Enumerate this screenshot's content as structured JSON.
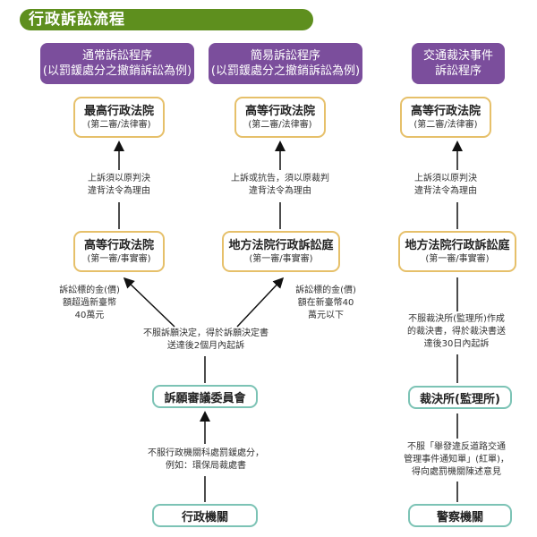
{
  "title": "行政訴訟流程",
  "columns": [
    {
      "header": [
        "通常訴訟程序",
        "(以罰鍰處分之撤銷訴訟為例)"
      ],
      "top_court": {
        "name": "最高行政法院",
        "sub": "(第二審/法律審)"
      },
      "appeal_note": [
        "上訴須以原判決",
        "違背法令為理由"
      ],
      "first_court": {
        "name": "高等行政法院",
        "sub": "(第一審/事實審)"
      },
      "amount_note": [
        "訴訟標的金(價)",
        "額超過新臺幣",
        "40萬元"
      ]
    },
    {
      "header": [
        "簡易訴訟程序",
        "(以罰鍰處分之撤銷訴訟為例)"
      ],
      "top_court": {
        "name": "高等行政法院",
        "sub": "(第二審/法律審)"
      },
      "appeal_note": [
        "上訴或抗告，須以原裁判",
        "違背法令為理由"
      ],
      "first_court": {
        "name": "地方法院行政訴訟庭",
        "sub": "(第一審/事實審)"
      },
      "amount_note": [
        "訴訟標的金(價)",
        "額在新臺幣40",
        "萬元以下"
      ]
    },
    {
      "header": [
        "交通裁決事件",
        "訴訟程序"
      ],
      "top_court": {
        "name": "高等行政法院",
        "sub": "(第二審/法律審)"
      },
      "appeal_note": [
        "上訴須以原判決",
        "違背法令為理由"
      ],
      "first_court": {
        "name": "地方法院行政訴訟庭",
        "sub": "(第一審/事實審)"
      }
    }
  ],
  "petition_note": [
    "不服訴願決定，得於訴願決定書",
    "送達後2個月內起訴"
  ],
  "petition_board": "訴願審議委員會",
  "penalty_note": [
    "不服行政機關科處罰鍰處分，",
    "例如：環保局裁處書"
  ],
  "admin_agency": "行政機關",
  "ruling_note": [
    "不服裁決所(監理所)作成",
    "的裁決書，得於裁決書送",
    "達後30日內起訴"
  ],
  "ruling_office": "裁決所(監理所)",
  "ticket_note": [
    "不服「舉發違反道路交通",
    "管理事件通知單」(紅單)，",
    "得向處罰機關陳述意見"
  ],
  "police_agency": "警察機關",
  "colors": {
    "title_bg": "#5e8f1e",
    "header_bg": "#7b4e9c",
    "court_border": "#e6c06a",
    "agency_border": "#7cc3b5"
  }
}
